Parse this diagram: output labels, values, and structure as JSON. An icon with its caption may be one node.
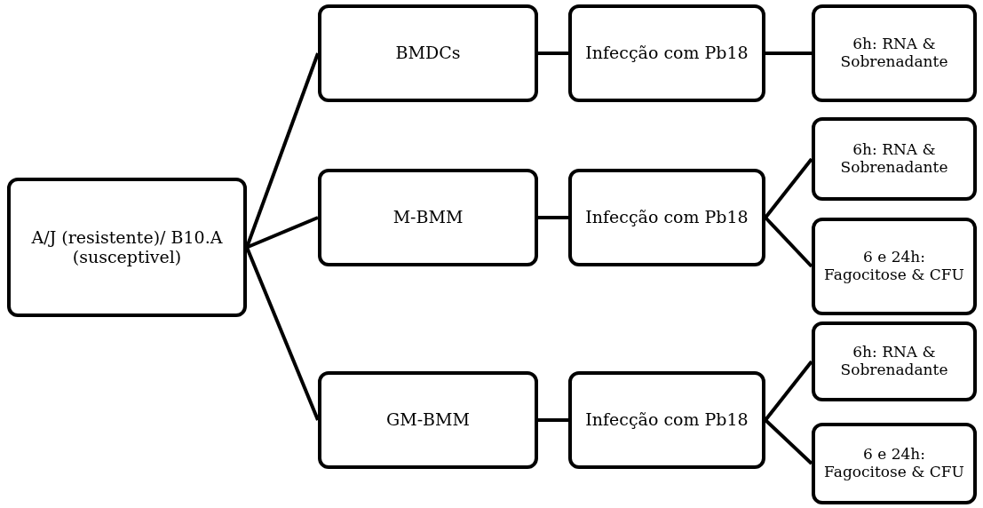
{
  "diagram": {
    "nodes": [
      {
        "text": [
          "A/J (resistente)/ B10.A (susceptivel)"
        ]
      },
      {
        "text": [
          "BMDCs"
        ]
      },
      {
        "text": [
          "Infecção com Pb18"
        ]
      },
      {
        "text": [
          "6h: RNA & Sobrenadante"
        ]
      },
      {
        "text": [
          "M-BMM"
        ]
      },
      {
        "text": [
          "Infecção com Pb18"
        ]
      },
      {
        "text": [
          "6h: RNA & Sobrenadante"
        ]
      },
      {
        "text": [
          "6 e 24h: Fagocitose & CFU"
        ]
      },
      {
        "text": [
          "GM-BMM"
        ]
      },
      {
        "text": [
          "Infecção com Pb18"
        ]
      },
      {
        "text": [
          "6h: RNA & Sobrenadante"
        ]
      },
      {
        "text": [
          "6 e 24h: Fagocitose & CFU"
        ]
      }
    ],
    "edges": [
      {
        "from": 0,
        "to": 1,
        "arrow": "none"
      },
      {
        "from": 0,
        "to": 4,
        "arrow": "none"
      },
      {
        "from": 0,
        "to": 8,
        "arrow": "none"
      },
      {
        "from": 1,
        "to": 2,
        "arrow": "none"
      },
      {
        "from": 2,
        "to": 3,
        "arrow": "none"
      },
      {
        "from": 4,
        "to": 5,
        "arrow": "none"
      },
      {
        "from": 5,
        "to": 6,
        "arrow": "none"
      },
      {
        "from": 5,
        "to": 7,
        "arrow": "none"
      },
      {
        "from": 8,
        "to": 9,
        "arrow": "none"
      },
      {
        "from": 9,
        "to": 10,
        "arrow": "none"
      },
      {
        "from": 9,
        "to": 11,
        "arrow": "none"
      }
    ]
  }
}
